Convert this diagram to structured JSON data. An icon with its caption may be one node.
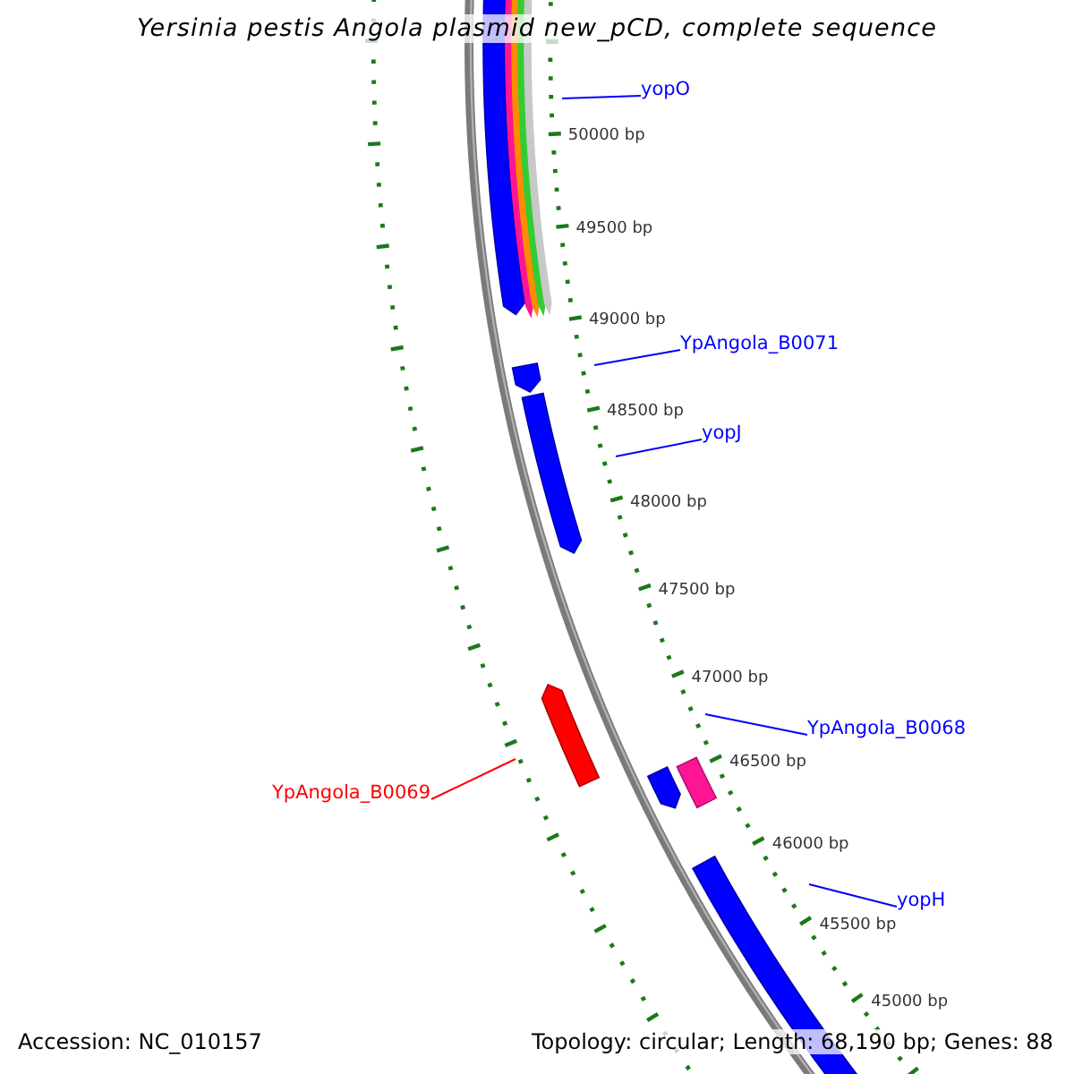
{
  "diagram": {
    "title": "Yersinia pestis Angola plasmid new_pCD, complete sequence",
    "nodes": [
      {
        "text": [
          "yopO"
        ]
      },
      {
        "text": [
          "YpAngola_B0071"
        ]
      },
      {
        "text": [
          "yopJ"
        ]
      },
      {
        "text": [
          "YpAngola_B0068"
        ]
      },
      {
        "text": [
          "YpAngola_B0069"
        ]
      },
      {
        "text": [
          "yopH"
        ]
      }
    ],
    "edges": [
      {
        "from": 0,
        "to": null,
        "arrow": "none"
      },
      {
        "from": 1,
        "to": null,
        "arrow": "none"
      },
      {
        "from": 2,
        "to": null,
        "arrow": "none"
      },
      {
        "from": 3,
        "to": null,
        "arrow": "none"
      },
      {
        "from": 4,
        "to": null,
        "arrow": "none",
        "color": "#ff0000"
      },
      {
        "from": 5,
        "to": null,
        "arrow": "none"
      }
    ],
    "labels": [
      "50000 bp",
      "49500 bp",
      "49000 bp",
      "48500 bp",
      "48000 bp",
      "47500 bp",
      "47000 bp",
      "46500 bp",
      "46000 bp",
      "45500 bp",
      "45000 bp",
      "Accession: NC_010157",
      "Topology: circular; Length: 68,190 bp; Genes: 88"
    ]
  }
}
